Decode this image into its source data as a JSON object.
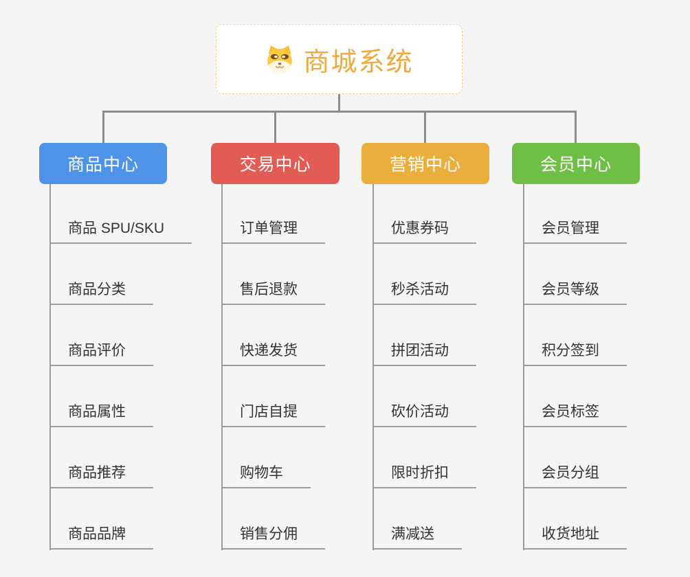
{
  "root": {
    "title": "商城系统",
    "icon": "shiba-dog-icon"
  },
  "branches": [
    {
      "label": "商品中心",
      "color": "#4d94e9",
      "items": [
        "商品 SPU/SKU",
        "商品分类",
        "商品评价",
        "商品属性",
        "商品推荐",
        "商品品牌"
      ]
    },
    {
      "label": "交易中心",
      "color": "#e25b55",
      "items": [
        "订单管理",
        "售后退款",
        "快递发货",
        "门店自提",
        "购物车",
        "销售分佣"
      ]
    },
    {
      "label": "营销中心",
      "color": "#ebad3c",
      "items": [
        "优惠券码",
        "秒杀活动",
        "拼团活动",
        "砍价活动",
        "限时折扣",
        "满减送"
      ]
    },
    {
      "label": "会员中心",
      "color": "#6fbe45",
      "items": [
        "会员管理",
        "会员等级",
        "积分签到",
        "会员标签",
        "会员分组",
        "收货地址"
      ]
    }
  ],
  "colors": {
    "background": "#f5f5f5",
    "root_text": "#f0a93e",
    "root_border": "#f6ce8e",
    "connector": "#8c8c8c",
    "item_line": "#9b9b9b",
    "item_text": "#333333"
  }
}
